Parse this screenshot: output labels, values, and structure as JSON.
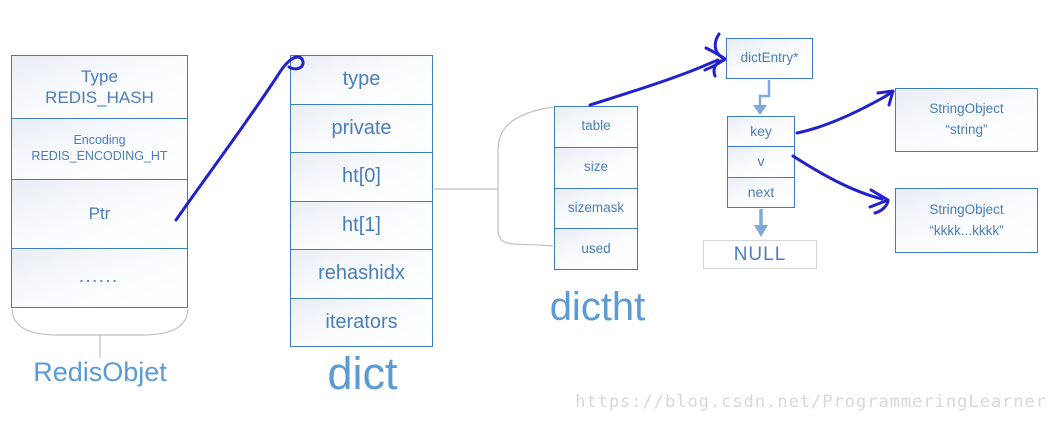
{
  "colors": {
    "box_border": "#3e7cc1",
    "box_text": "#4a7ebb",
    "label_text": "#5b9bd5",
    "hand_ink": "#2121cd",
    "connector": "#7fa9d9",
    "gray_line": "#c0c0c0",
    "watermark": "#d9d8d0"
  },
  "redis_object": {
    "label": "RedisObjet",
    "rows": [
      {
        "line1": "Type",
        "line2": "REDIS_HASH"
      },
      {
        "line1": "Encoding",
        "line2": "REDIS_ENCODING_HT"
      },
      {
        "line1": "Ptr",
        "line2": ""
      },
      {
        "line1": "......",
        "line2": ""
      }
    ]
  },
  "dict": {
    "label": "dict",
    "rows": [
      "type",
      "private",
      "ht[0]",
      "ht[1]",
      "rehashidx",
      "iterators"
    ]
  },
  "dictht": {
    "label": "dictht",
    "rows": [
      "table",
      "size",
      "sizemask",
      "used"
    ]
  },
  "dict_entry": {
    "pointer_label": "dictEntry*",
    "rows": [
      "key",
      "v",
      "next"
    ],
    "null_label": "NULL"
  },
  "string_objects": [
    {
      "line1": "StringObject",
      "line2": "“string”"
    },
    {
      "line1": "StringObject",
      "line2": "“kkkk...kkkk”"
    }
  ],
  "watermark": "https://blog.csdn.net/ProgrammeringLearner"
}
